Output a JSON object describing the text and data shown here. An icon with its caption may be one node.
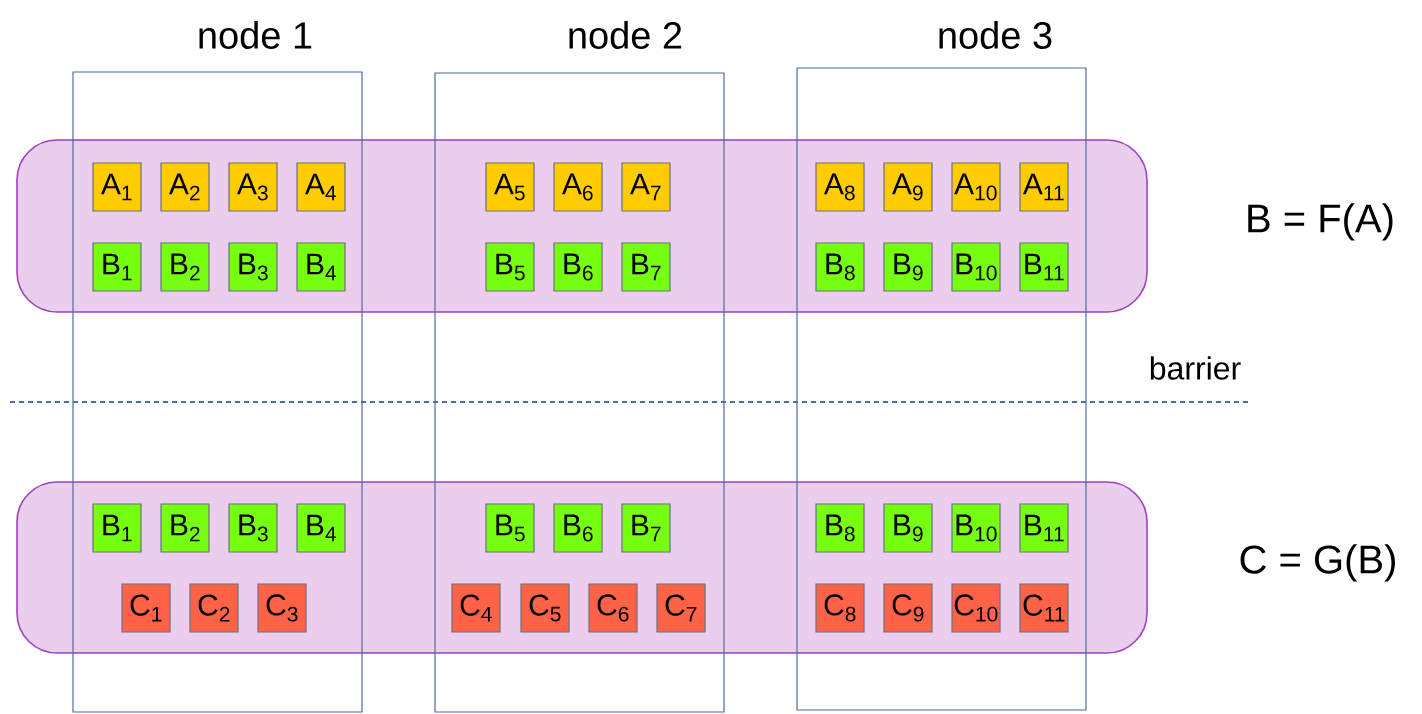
{
  "diagram": {
    "nodes": [
      {
        "text": [
          "node 1"
        ]
      },
      {
        "text": [
          "node 2"
        ]
      },
      {
        "text": [
          "node 3"
        ]
      },
      {
        "text": [],
        "shape": "box",
        "beside": [
          "B = F(A)"
        ]
      },
      {
        "text": [],
        "shape": "box",
        "beside": [
          "C = G(B)"
        ]
      },
      {
        "text": [
          "A$_{1}$"
        ]
      },
      {
        "text": [
          "A$_{2}$"
        ]
      },
      {
        "text": [
          "A$_{3}$"
        ]
      },
      {
        "text": [
          "A$_{4}$"
        ]
      },
      {
        "text": [
          "A$_{5}$"
        ]
      },
      {
        "text": [
          "A$_{6}$"
        ]
      },
      {
        "text": [
          "A$_{7}$"
        ]
      },
      {
        "text": [
          "A$_{8}$"
        ]
      },
      {
        "text": [
          "A$_{9}$"
        ]
      },
      {
        "text": [
          "A$_{10}$"
        ]
      },
      {
        "text": [
          "A$_{11}$"
        ]
      },
      {
        "text": [
          "B$_{1}$"
        ]
      },
      {
        "text": [
          "B$_{2}$"
        ]
      },
      {
        "text": [
          "B$_{3}$"
        ]
      },
      {
        "text": [
          "B$_{4}$"
        ]
      },
      {
        "text": [
          "B$_{5}$"
        ]
      },
      {
        "text": [
          "B$_{6}$"
        ]
      },
      {
        "text": [
          "B$_{7}$"
        ]
      },
      {
        "text": [
          "B$_{8}$"
        ]
      },
      {
        "text": [
          "B$_{9}$"
        ]
      },
      {
        "text": [
          "B$_{10}$"
        ]
      },
      {
        "text": [
          "B$_{11}$"
        ]
      },
      {
        "text": [
          "B$_{1}$"
        ]
      },
      {
        "text": [
          "B$_{2}$"
        ]
      },
      {
        "text": [
          "B$_{3}$"
        ]
      },
      {
        "text": [
          "B$_{4}$"
        ]
      },
      {
        "text": [
          "B$_{5}$"
        ]
      },
      {
        "text": [
          "B$_{6}$"
        ]
      },
      {
        "text": [
          "B$_{7}$"
        ]
      },
      {
        "text": [
          "B$_{8}$"
        ]
      },
      {
        "text": [
          "B$_{9}$"
        ]
      },
      {
        "text": [
          "B$_{10}$"
        ]
      },
      {
        "text": [
          "B$_{11}$"
        ]
      },
      {
        "text": [
          "C$_{1}$"
        ]
      },
      {
        "text": [
          "C$_{2}$"
        ]
      },
      {
        "text": [
          "C$_{3}$"
        ]
      },
      {
        "text": [
          "C$_{4}$"
        ]
      },
      {
        "text": [
          "C$_{5}$"
        ]
      },
      {
        "text": [
          "C$_{6}$"
        ]
      },
      {
        "text": [
          "C$_{7}$"
        ]
      },
      {
        "text": [
          "C$_{8}$"
        ]
      },
      {
        "text": [
          "C$_{9}$"
        ]
      },
      {
        "text": [
          "C$_{10}$"
        ]
      },
      {
        "text": [
          "C$_{11}$"
        ]
      }
    ],
    "labels": [
      "barrier"
    ]
  }
}
